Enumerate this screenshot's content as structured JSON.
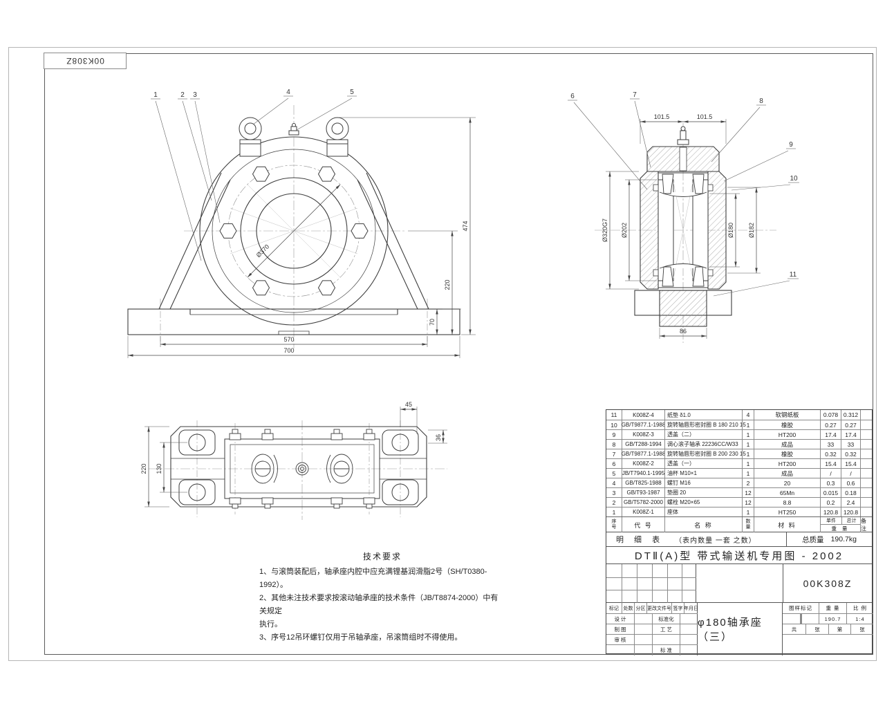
{
  "frame": {
    "corner_stamp": "00K308Z"
  },
  "tech": {
    "title": "技术要求",
    "lines": [
      "1、与滚筒装配后，轴承座内腔中应充满锂基润滑脂2号（SH/T0380-1992）。",
      "2、其他未注技术要求按滚动轴承座的技术条件（JB/T8874-2000）中有关规定",
      "执行。",
      "3、序号12吊环螺钉仅用于吊轴承座，吊滚筒组时不得使用。"
    ]
  },
  "front": {
    "balloons": [
      "1",
      "2",
      "3",
      "4",
      "5"
    ],
    "dims": {
      "bc": "Ø370",
      "span": "570",
      "base": "700",
      "ch": "220",
      "ledge": "70",
      "total": "474"
    }
  },
  "section": {
    "balloons": [
      "6",
      "7",
      "8",
      "9",
      "10",
      "11"
    ],
    "dims": {
      "l": "101.5",
      "r": "101.5",
      "bore": "Ø320G7",
      "inner": "Ø202",
      "shaft": "Ø180",
      "seal": "Ø182",
      "hub": "86"
    }
  },
  "top": {
    "dims": {
      "depth": "220",
      "holes": "130",
      "pad": "45",
      "edge": "36"
    }
  },
  "parts": {
    "header": {
      "no_a": "序",
      "no_b": "号",
      "code": "代 号",
      "name": "名 称",
      "qty_a": "数",
      "qty_b": "量",
      "mat": "材 料",
      "w_unit": "单件",
      "w_total": "总计",
      "w_label": "重 量",
      "rem": "备 注"
    },
    "rows": [
      {
        "no": "11",
        "code": "K008Z-4",
        "name": "纸垫 δ1.0",
        "qty": "4",
        "mat": "软钢纸板",
        "unit": "0.078",
        "total": "0.312",
        "rem": ""
      },
      {
        "no": "10",
        "code": "GB/T9877.1-1988",
        "name": "旋转轴唇形密封圈 B 180 210 15",
        "qty": "1",
        "mat": "橡胶",
        "unit": "0.27",
        "total": "0.27",
        "rem": ""
      },
      {
        "no": "9",
        "code": "K008Z-3",
        "name": "透盖（二）",
        "qty": "1",
        "mat": "HT200",
        "unit": "17.4",
        "total": "17.4",
        "rem": ""
      },
      {
        "no": "8",
        "code": "GB/T288-1994",
        "name": "调心滚子轴承 22236CC/W33",
        "qty": "1",
        "mat": "成品",
        "unit": "33",
        "total": "33",
        "rem": ""
      },
      {
        "no": "7",
        "code": "GB/T9877.1-1988",
        "name": "旋转轴唇形密封圈 B 200 230 15",
        "qty": "1",
        "mat": "橡胶",
        "unit": "0.32",
        "total": "0.32",
        "rem": ""
      },
      {
        "no": "6",
        "code": "K008Z-2",
        "name": "透盖（一）",
        "qty": "1",
        "mat": "HT200",
        "unit": "15.4",
        "total": "15.4",
        "rem": ""
      },
      {
        "no": "5",
        "code": "JB/T7940.1-1995",
        "name": "油杯 M10×1",
        "qty": "1",
        "mat": "成品",
        "unit": "/",
        "total": "/",
        "rem": ""
      },
      {
        "no": "4",
        "code": "GB/T825-1988",
        "name": "螺钉 M16",
        "qty": "2",
        "mat": "20",
        "unit": "0.3",
        "total": "0.6",
        "rem": ""
      },
      {
        "no": "3",
        "code": "GB/T93-1987",
        "name": "垫圈 20",
        "qty": "12",
        "mat": "65Mn",
        "unit": "0.015",
        "total": "0.18",
        "rem": ""
      },
      {
        "no": "2",
        "code": "GB/T5782-2000",
        "name": "螺栓 M20×65",
        "qty": "12",
        "mat": "8.8",
        "unit": "0.2",
        "total": "2.4",
        "rem": ""
      },
      {
        "no": "1",
        "code": "K008Z-1",
        "name": "座体",
        "qty": "1",
        "mat": "HT250",
        "unit": "120.8",
        "total": "120.8",
        "rem": ""
      }
    ]
  },
  "tb": {
    "list_title": "明 细 表",
    "list_note": "（表内数量  一套  之数）",
    "mass_label": "总质量",
    "mass": "190.7kg",
    "series": "DTⅡ(A)型  带式输送机专用图 - 2002",
    "dwg_no": "00K308Z",
    "rev": [
      "标记",
      "处数",
      "分区",
      "更改文件号",
      "签字",
      "年月日"
    ],
    "roles": {
      "design": "设 计",
      "draft": "制 图",
      "audit": "审 核",
      "std": "标准化",
      "proc": "工 艺",
      "norm": "标 准"
    },
    "mark_label": "图样标记",
    "weight_label": "重 量",
    "scale_label": "比 例",
    "weight": "190.7",
    "scale": "1:4",
    "title": "φ180轴承座（三）",
    "sheets": [
      "共",
      "张",
      "第",
      "张"
    ]
  }
}
